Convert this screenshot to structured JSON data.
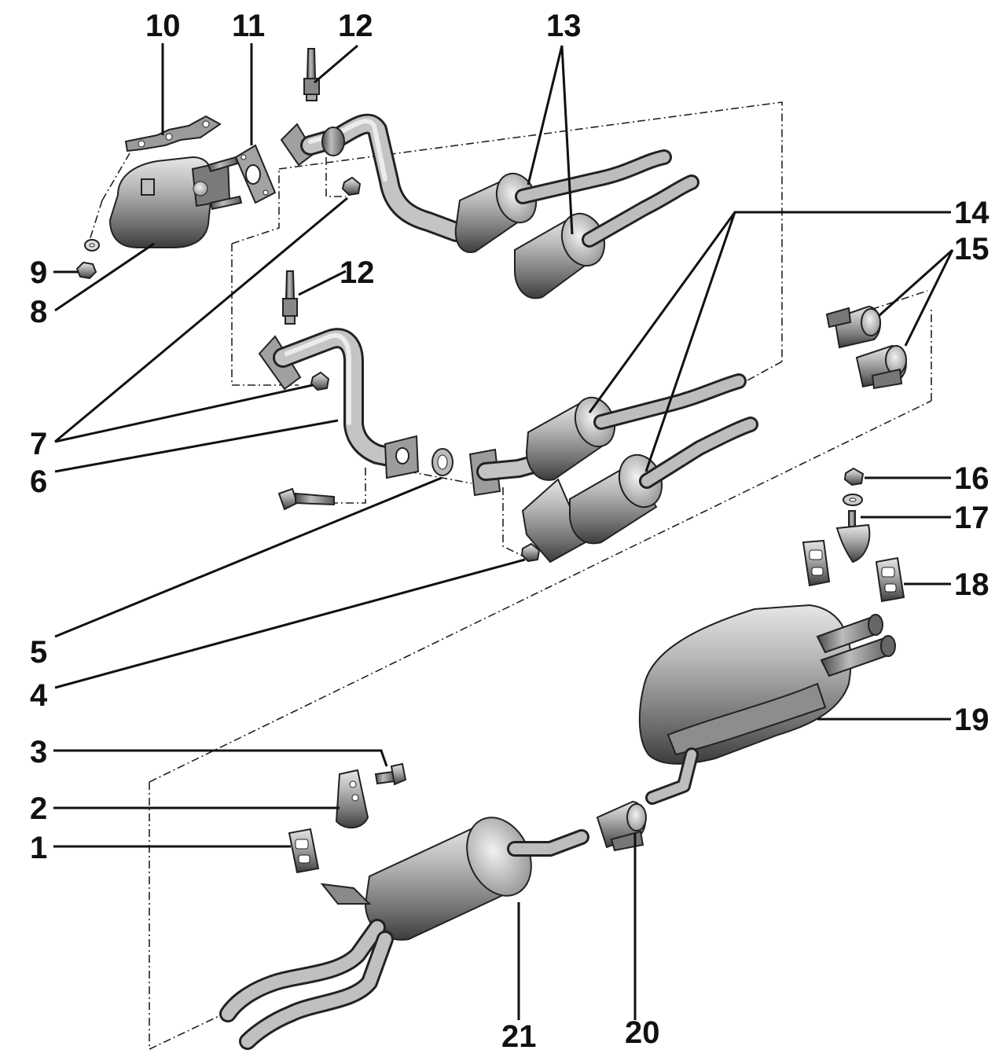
{
  "diagram": {
    "callouts": [
      {
        "id": "c1",
        "text": "1"
      },
      {
        "id": "c2",
        "text": "2"
      },
      {
        "id": "c3",
        "text": "3"
      },
      {
        "id": "c4",
        "text": "4"
      },
      {
        "id": "c5",
        "text": "5"
      },
      {
        "id": "c6",
        "text": "6"
      },
      {
        "id": "c7",
        "text": "7"
      },
      {
        "id": "c8",
        "text": "8"
      },
      {
        "id": "c9",
        "text": "9"
      },
      {
        "id": "c10",
        "text": "10"
      },
      {
        "id": "c11",
        "text": "11"
      },
      {
        "id": "c12a",
        "text": "12"
      },
      {
        "id": "c12b",
        "text": "12"
      },
      {
        "id": "c13",
        "text": "13"
      },
      {
        "id": "c14",
        "text": "14"
      },
      {
        "id": "c15",
        "text": "15"
      },
      {
        "id": "c16",
        "text": "16"
      },
      {
        "id": "c17",
        "text": "17"
      },
      {
        "id": "c18",
        "text": "18"
      },
      {
        "id": "c19",
        "text": "19"
      },
      {
        "id": "c20",
        "text": "20"
      },
      {
        "id": "c21",
        "text": "21"
      }
    ],
    "colors": {
      "background": "#ffffff",
      "part_fill": "#8a8a8a",
      "part_highlight": "#d9d9d9",
      "part_dark": "#3a3a3a",
      "line": "#111111"
    }
  }
}
